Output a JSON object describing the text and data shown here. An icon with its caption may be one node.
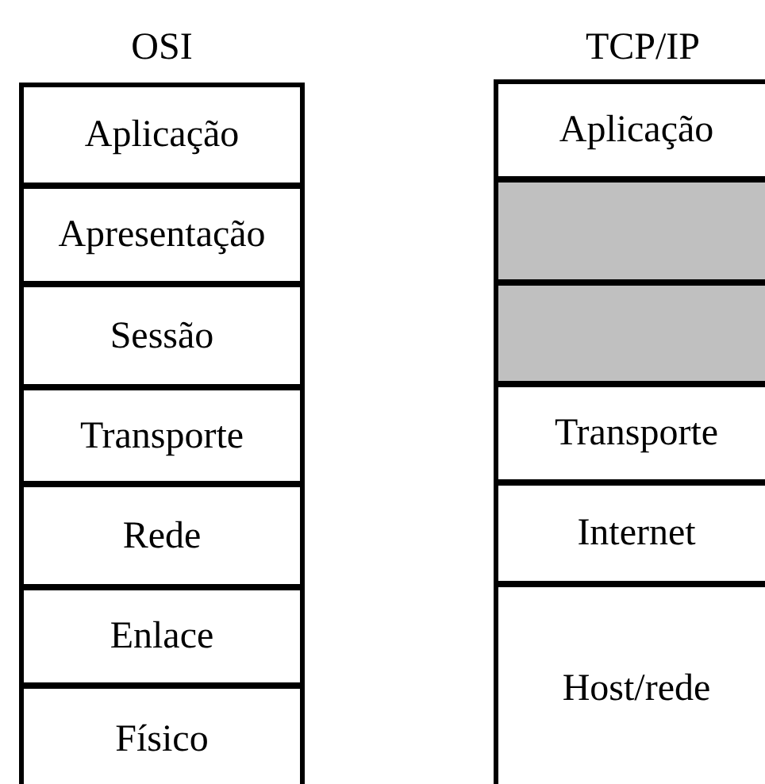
{
  "diagram": {
    "nodes": [
      {
        "text": [
          "Aplicação"
        ]
      },
      {
        "text": [
          "Apresentação"
        ]
      },
      {
        "text": [
          "Sessão"
        ]
      },
      {
        "text": [
          "Transporte"
        ]
      },
      {
        "text": [
          "Rede"
        ]
      },
      {
        "text": [
          "Enlace"
        ]
      },
      {
        "text": [
          "Físico"
        ]
      },
      {
        "text": [
          "Aplicação"
        ]
      },
      {
        "text": [],
        "shape": "box"
      },
      {
        "text": [],
        "shape": "box"
      },
      {
        "text": [
          "Transporte"
        ]
      },
      {
        "text": [
          "Internet"
        ]
      },
      {
        "text": [
          "Host/rede"
        ]
      }
    ],
    "labels": [
      "OSI",
      "TCP/IP"
    ]
  }
}
